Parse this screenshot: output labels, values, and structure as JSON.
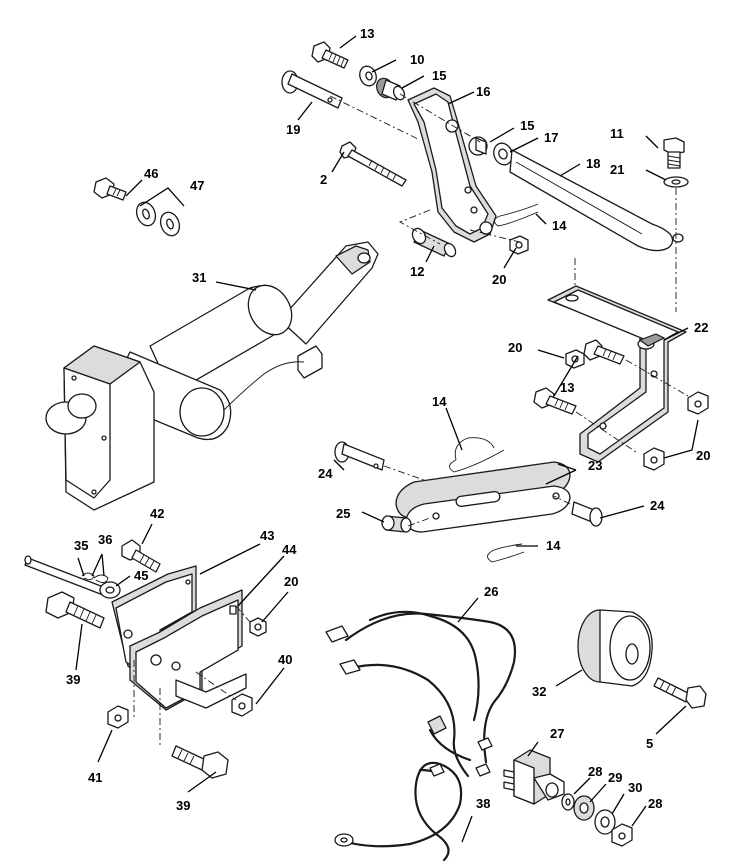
{
  "callouts": {
    "c2": "2",
    "c5": "5",
    "c10": "10",
    "c11": "11",
    "c12": "12",
    "c13a": "13",
    "c13b": "13",
    "c14a": "14",
    "c14b": "14",
    "c14c": "14",
    "c15a": "15",
    "c15b": "15",
    "c16": "16",
    "c17": "17",
    "c18": "18",
    "c19": "19",
    "c20a": "20",
    "c20b": "20",
    "c20c": "20",
    "c20d": "20",
    "c21": "21",
    "c22": "22",
    "c23": "23",
    "c24a": "24",
    "c24b": "24",
    "c25": "25",
    "c26": "26",
    "c27": "27",
    "c28a": "28",
    "c28b": "28",
    "c29": "29",
    "c30": "30",
    "c31": "31",
    "c32": "32",
    "c35": "35",
    "c36": "36",
    "c38": "38",
    "c39a": "39",
    "c39b": "39",
    "c40": "40",
    "c41": "41",
    "c42": "42",
    "c43": "43",
    "c44": "44",
    "c45": "45",
    "c46": "46",
    "c47": "47"
  }
}
